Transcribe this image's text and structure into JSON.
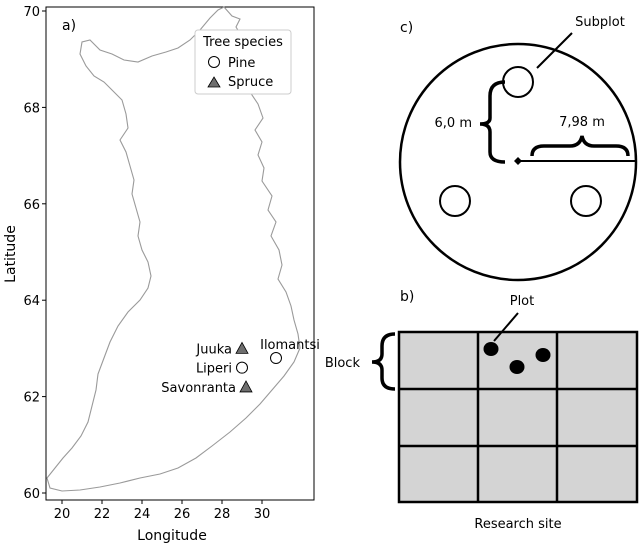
{
  "panel_a": {
    "label": "a)",
    "xlabel": "Longitude",
    "ylabel": "Latitude",
    "x_ticks": [
      "20",
      "22",
      "24",
      "26",
      "28",
      "30"
    ],
    "y_ticks": [
      "60",
      "62",
      "64",
      "66",
      "68",
      "70"
    ],
    "legend": {
      "title": "Tree species",
      "pine": "Pine",
      "spruce": "Spruce"
    },
    "sites": [
      {
        "name": "Juuka",
        "species": "spruce",
        "lon": 29.0,
        "lat": 63.0
      },
      {
        "name": "Liperi",
        "species": "pine",
        "lon": 29.0,
        "lat": 62.6
      },
      {
        "name": "Savonranta",
        "species": "spruce",
        "lon": 29.2,
        "lat": 62.2
      },
      {
        "name": "Ilomantsi",
        "species": "pine",
        "lon": 30.7,
        "lat": 62.8
      }
    ]
  },
  "panel_c": {
    "label": "c)",
    "subplot_label": "Subplot",
    "dist_vertical": "6,0 m",
    "dist_horizontal": "7,98 m"
  },
  "panel_b": {
    "label": "b)",
    "plot_label": "Plot",
    "block_label": "Block",
    "site_label": "Research site"
  },
  "colors": {
    "coast": "#9a9a9a",
    "block_fill": "#d4d4d4",
    "spruce_fill": "#6e6e6e"
  }
}
